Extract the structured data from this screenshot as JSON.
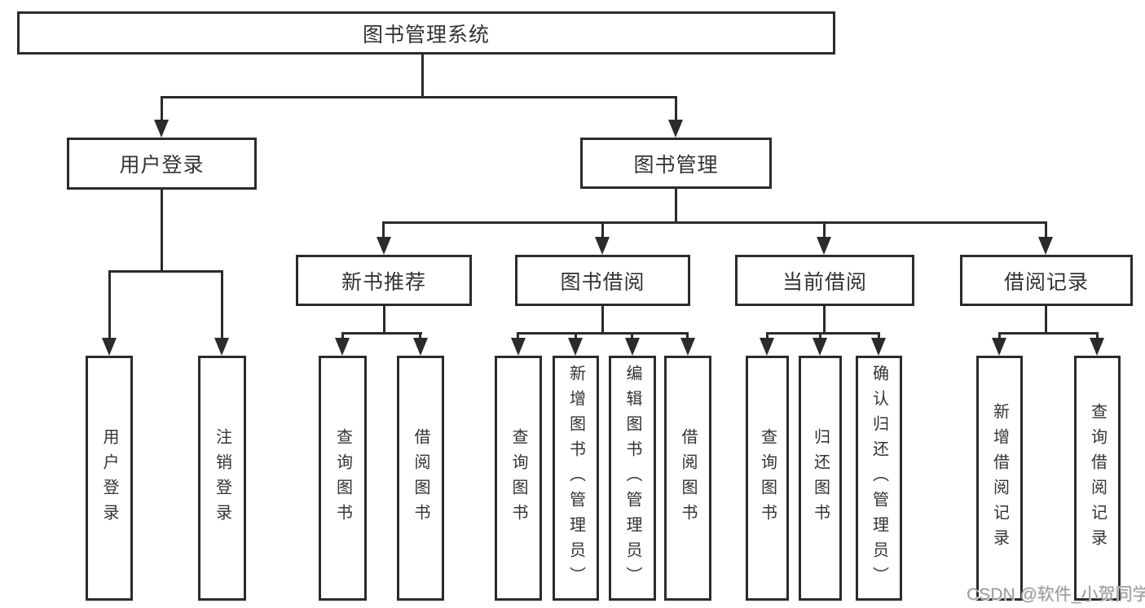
{
  "tree": {
    "label": "图书管理系统",
    "children": [
      {
        "label": "用户登录",
        "children": [
          {
            "label": "用户登录"
          },
          {
            "label": "注销登录"
          }
        ]
      },
      {
        "label": "图书管理",
        "children": [
          {
            "label": "新书推荐",
            "children": [
              {
                "label": "查询图书"
              },
              {
                "label": "借阅图书"
              }
            ]
          },
          {
            "label": "图书借阅",
            "children": [
              {
                "label": "查询图书"
              },
              {
                "label": "新增图书（管理员）"
              },
              {
                "label": "编辑图书（管理员）"
              },
              {
                "label": "借阅图书"
              }
            ]
          },
          {
            "label": "当前借阅",
            "children": [
              {
                "label": "查询图书"
              },
              {
                "label": "归还图书"
              },
              {
                "label": "确认归还（管理员）"
              }
            ]
          },
          {
            "label": "借阅记录",
            "children": [
              {
                "label": "新增借阅记录"
              },
              {
                "label": "查询借阅记录"
              }
            ]
          }
        ]
      }
    ]
  },
  "watermark": {
    "text": "CSDN @软件_小贺同学"
  },
  "colors": {
    "line": "#2b2b2b",
    "box_border": "#2b2b2b",
    "text": "#333333",
    "watermark": "#9d9d9d",
    "background": "#ffffff"
  }
}
